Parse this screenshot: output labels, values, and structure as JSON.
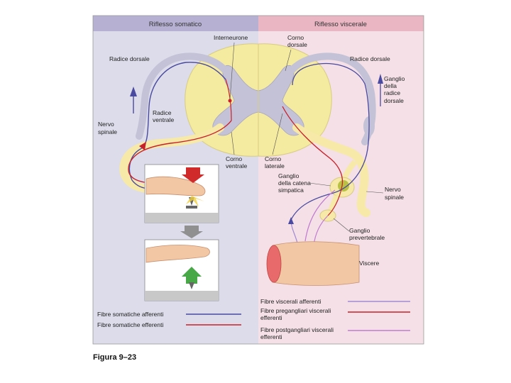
{
  "header": {
    "left_title": "Riflesso somatico",
    "right_title": "Riflesso viscerale"
  },
  "labels": {
    "interneurone": "Interneurone",
    "corno_dorsale_1": "Corno",
    "corno_dorsale_2": "dorsale",
    "radice_dorsale_left": "Radice dorsale",
    "radice_dorsale_right": "Radice dorsale",
    "ganglio_radice_1": "Ganglio",
    "ganglio_radice_2": "della",
    "ganglio_radice_3": "radice",
    "ganglio_radice_4": "dorsale",
    "radice_ventrale_1": "Radice",
    "radice_ventrale_2": "ventrale",
    "nervo_spinale_left_1": "Nervo",
    "nervo_spinale_left_2": "spinale",
    "corno_ventrale_1": "Corno",
    "corno_ventrale_2": "ventrale",
    "corno_laterale_1": "Corno",
    "corno_laterale_2": "laterale",
    "ganglio_catena_1": "Ganglio",
    "ganglio_catena_2": "della catena",
    "ganglio_catena_3": "simpatica",
    "nervo_spinale_right_1": "Nervo",
    "nervo_spinale_right_2": "spinale",
    "ganglio_prevert_1": "Ganglio",
    "ganglio_prevert_2": "prevertebrale",
    "viscere": "Viscere"
  },
  "legend": {
    "somatic_afferent": "Fibre somatiche afferenti",
    "somatic_efferent": "Fibre somatiche efferenti",
    "visceral_afferent": "Fibre viscerali afferenti",
    "preganglionic_1": "Fibre pregangliari viscerali",
    "preganglionic_2": "efferenti",
    "postganglionic_1": "Fibre postgangliari viscerali",
    "postganglionic_2": "efferenti"
  },
  "caption": "Figura 9–23",
  "colors": {
    "left_panel": "#dcdcea",
    "right_panel": "#f4e0e6",
    "left_header": "#b6b0d2",
    "right_header": "#eab6c4",
    "cord": "#f4eaa0",
    "grey_matter": "#c4c2d6",
    "nerve": "#f7e9a8",
    "afferent_blue": "#4a4aa0",
    "efferent_red": "#c8202a",
    "visceral_afferent": "#a08ad2",
    "postganglionic": "#c07ad0"
  }
}
